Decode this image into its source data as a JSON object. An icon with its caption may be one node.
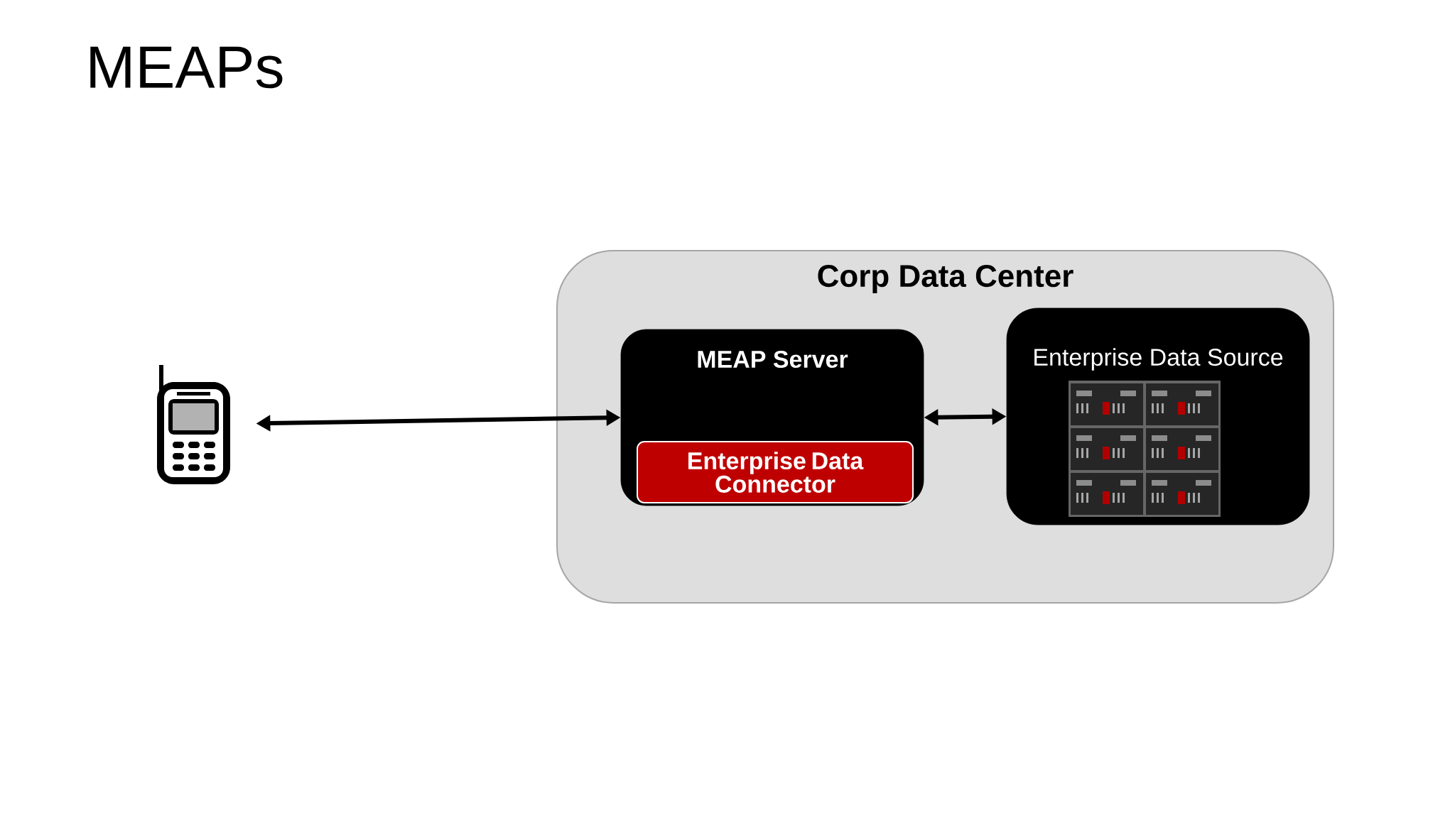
{
  "diagram": {
    "title": "MEAPs",
    "nodes": [
      {
        "text": [
          "Corp Data Center"
        ]
      },
      {
        "text": [
          "MEAP Server"
        ],
        "in": 0
      },
      {
        "text": [
          "Enterprise Data Connector"
        ],
        "in": 1
      },
      {
        "text": [
          "Enterprise Data Source"
        ],
        "in": 0
      },
      {
        "text": [],
        "shape": "phone"
      }
    ],
    "edges": [
      {
        "from": 4,
        "to": 1,
        "arrow": "both"
      },
      {
        "from": 1,
        "to": 3,
        "arrow": "both"
      }
    ]
  }
}
